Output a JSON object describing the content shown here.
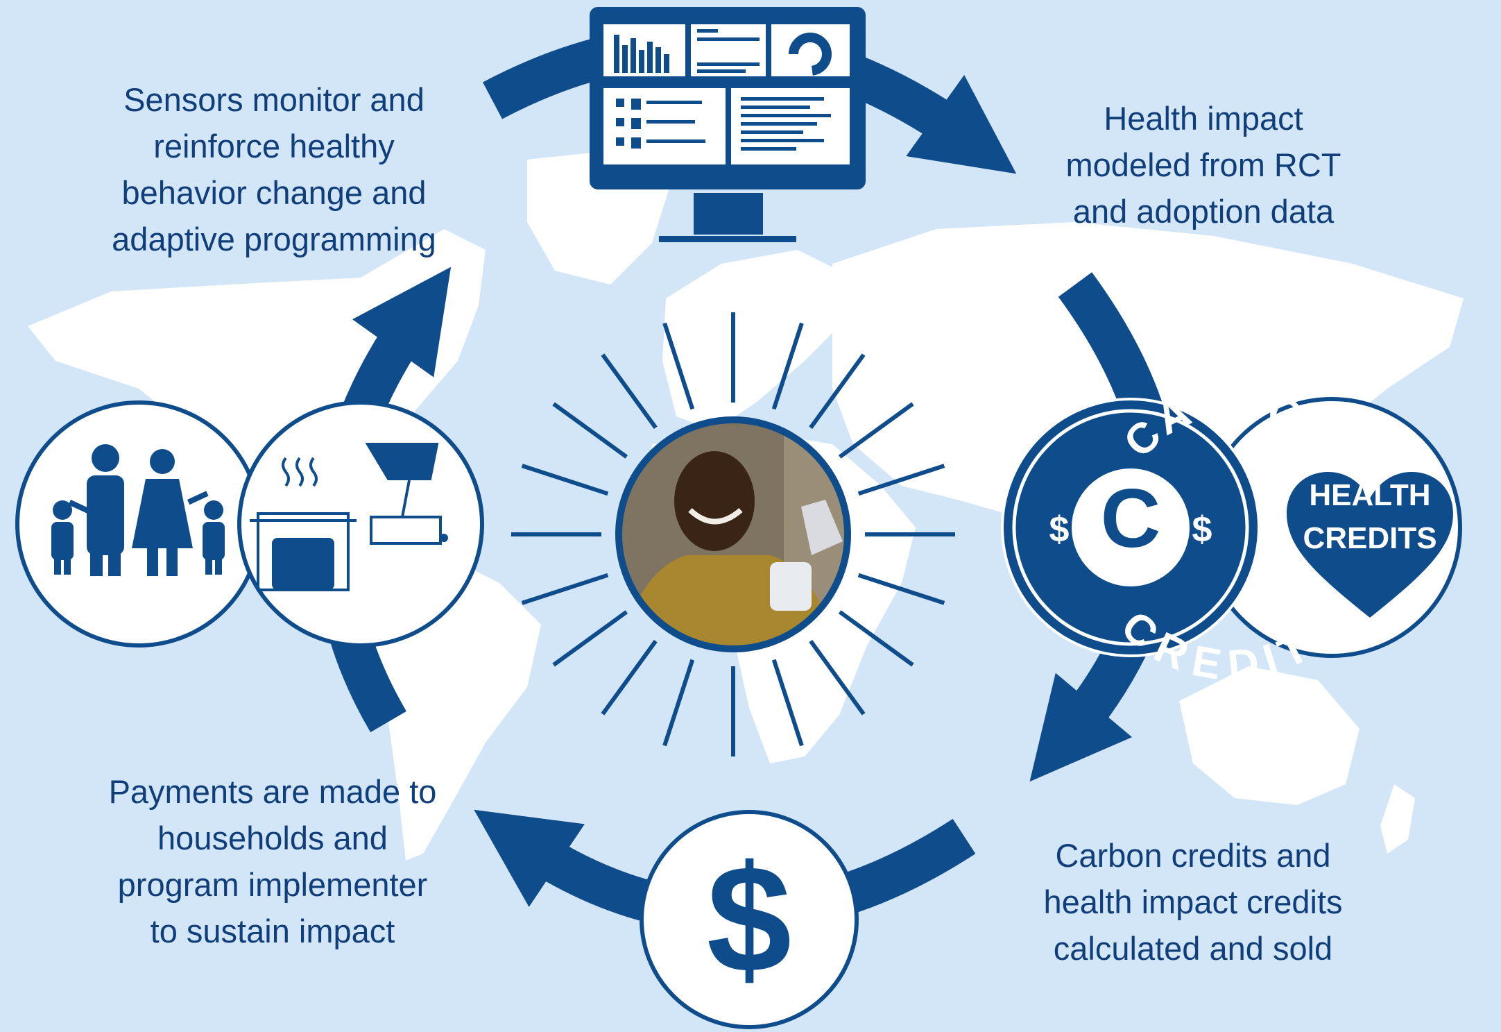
{
  "steps": {
    "sensors": {
      "lines": [
        "Sensors monitor and",
        "reinforce healthy",
        "behavior change and",
        "adaptive programming"
      ]
    },
    "health_model": {
      "lines": [
        "Health impact",
        "modeled from RCT",
        "and adoption data"
      ]
    },
    "credits_sold": {
      "lines": [
        "Carbon credits and",
        "health impact credits",
        "calculated and sold"
      ]
    },
    "payments": {
      "lines": [
        "Payments are made to",
        "households and",
        "program implementer",
        "to sustain impact"
      ]
    }
  },
  "carbon_seal": {
    "top_text": "CARBON",
    "bottom_text": "CREDITS",
    "center_letter": "C",
    "currency_left": "$",
    "currency_right": "$"
  },
  "health_badge": {
    "line1": "HEALTH",
    "line2": "CREDITS"
  },
  "payment_symbol": "$",
  "colors": {
    "background": "#d3e6f7",
    "continents": "#ffffff",
    "primary": "#0f4c8c",
    "text": "#0f3e7a",
    "photo_bg": "#7e7461"
  }
}
